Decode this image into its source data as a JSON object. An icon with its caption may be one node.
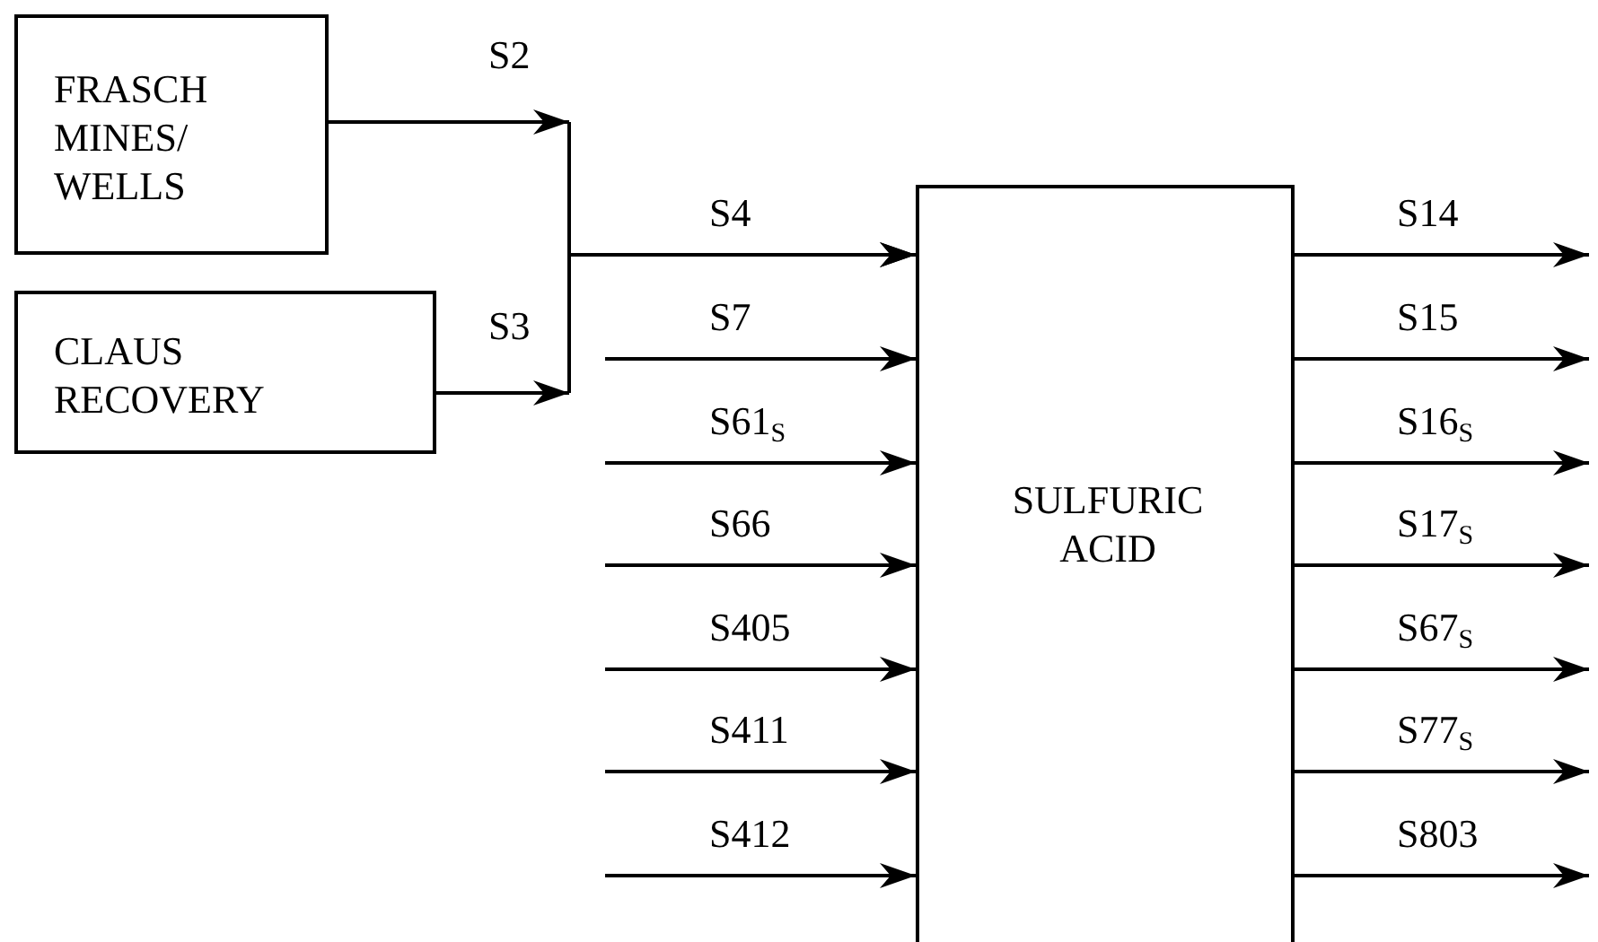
{
  "diagram": {
    "nodes": [
      {
        "text": [
          "FRASCH MINES/ WELLS"
        ]
      },
      {
        "text": [
          "CLAUS RECOVERY"
        ]
      },
      {
        "text": [
          "SULFURIC ACID"
        ]
      }
    ],
    "edges": [
      {
        "from": 0,
        "to": 2,
        "label": "S2",
        "arrow": "to"
      },
      {
        "from": 1,
        "to": 2,
        "label": "S3",
        "arrow": "to"
      },
      {
        "from": null,
        "to": 2,
        "label": "S7",
        "arrow": "to"
      },
      {
        "from": null,
        "to": 2,
        "label": "S61$_{S}$",
        "arrow": "to"
      },
      {
        "from": null,
        "to": 2,
        "label": "S66",
        "arrow": "to"
      },
      {
        "from": null,
        "to": 2,
        "label": "S405",
        "arrow": "to"
      },
      {
        "from": null,
        "to": 2,
        "label": "S411",
        "arrow": "to"
      },
      {
        "from": null,
        "to": 2,
        "label": "S412",
        "arrow": "to"
      },
      {
        "from": 2,
        "to": null,
        "label": "S14",
        "arrow": "to"
      },
      {
        "from": 2,
        "to": null,
        "label": "S15",
        "arrow": "to"
      },
      {
        "from": 2,
        "to": null,
        "label": "S16$_{S}$",
        "arrow": "to"
      },
      {
        "from": 2,
        "to": null,
        "label": "S17$_{S}$",
        "arrow": "to"
      },
      {
        "from": 2,
        "to": null,
        "label": "S67$_{S}$",
        "arrow": "to"
      },
      {
        "from": 2,
        "to": null,
        "label": "S77$_{S}$",
        "arrow": "to"
      },
      {
        "from": 2,
        "to": null,
        "label": "S803",
        "arrow": "to"
      }
    ],
    "labels": [
      "S4"
    ]
  }
}
